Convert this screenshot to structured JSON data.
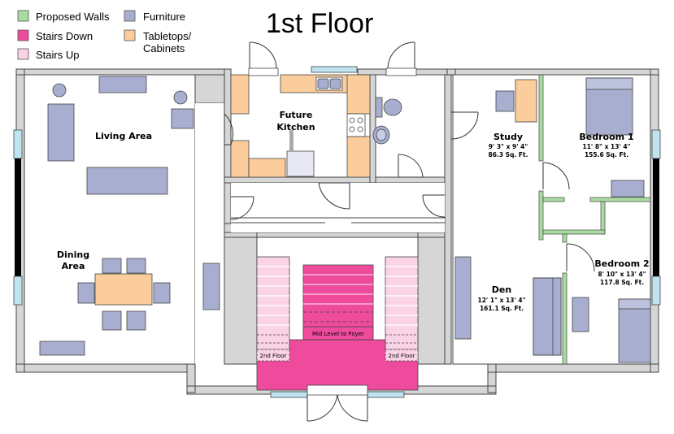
{
  "title": "1st Floor",
  "legend": {
    "proposed_walls": "Proposed Walls",
    "stairs_down": "Stairs Down",
    "stairs_up": "Stairs Up",
    "furniture": "Furniture",
    "tabletops_line1": "Tabletops/",
    "tabletops_line2": "Cabinets"
  },
  "colors": {
    "proposed_walls": "#a9dca0",
    "stairs_down": "#ee4b9c",
    "stairs_up": "#fbd3e6",
    "furniture": "#a8aed0",
    "tabletops": "#fbcc9c",
    "wall": "#d6d6d6",
    "window": "#bfe3ef",
    "wall_window_dark": "#000000"
  },
  "rooms": {
    "living": "Living Area",
    "dining_line1": "Dining",
    "dining_line2": "Area",
    "kitchen_line1": "Future",
    "kitchen_line2": "Kitchen",
    "study": "Study",
    "study_dim": "9' 3\" x 9' 4\"",
    "study_area": "86.3 Sq. Ft.",
    "bedroom1": "Bedroom 1",
    "bedroom1_dim": "11' 8\" x 13' 4\"",
    "bedroom1_area": "155.6 Sq. Ft.",
    "bedroom2": "Bedroom 2",
    "bedroom2_dim": "8' 10\" x 13' 4\"",
    "bedroom2_area": "117.8 Sq. Ft.",
    "den": "Den",
    "den_dim": "12' 1\" x 13' 4\"",
    "den_area": "161.1 Sq. Ft."
  },
  "stairs": {
    "mid_level": "Mid Level to Foyer",
    "second_floor_left": "2nd Floor",
    "second_floor_right": "2nd Floor"
  }
}
